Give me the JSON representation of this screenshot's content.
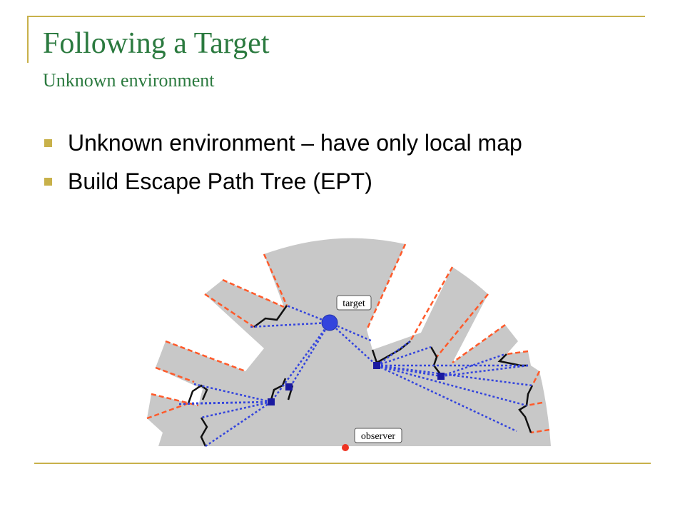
{
  "slide": {
    "title": "Following a Target",
    "subtitle": "Unknown environment",
    "bullets": [
      "Unknown environment – have only local map",
      "Build Escape Path Tree (EPT)"
    ]
  },
  "diagram": {
    "labels": {
      "target": "target",
      "observer": "observer"
    },
    "colors": {
      "visible_region": "#c8c8c8",
      "frontier_edge": "#ff5a2a",
      "obstacle_edge": "#111111",
      "escape_path": "#3344dd",
      "tree_node": "#1a1aa0",
      "target": "#3344dd",
      "observer": "#ee3322",
      "accent": "#c8b14a",
      "title": "#2b7a3f"
    }
  }
}
